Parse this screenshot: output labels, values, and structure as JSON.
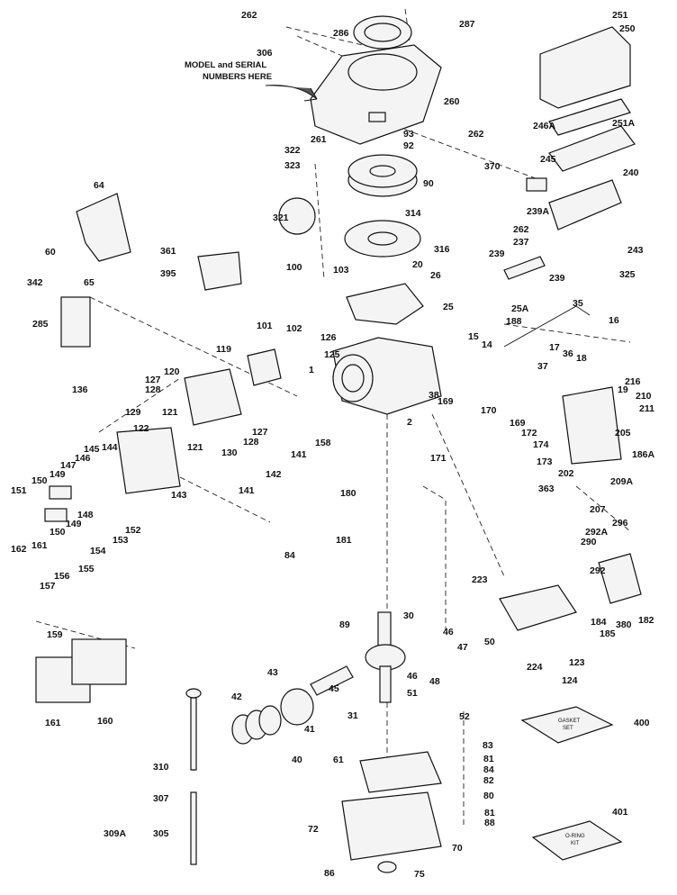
{
  "diagram": {
    "note_line1": "MODEL and SERIAL",
    "note_line2": "NUMBERS HERE",
    "kits": {
      "gasket_1": "GASKET",
      "gasket_2": "SET",
      "oring_1": "O-RING",
      "oring_2": "KIT"
    },
    "labels": {
      "l262a": "262",
      "l306": "306",
      "l286": "286",
      "l287": "287",
      "l251": "251",
      "l250": "250",
      "l260": "260",
      "l261": "261",
      "l93": "93",
      "l92": "92",
      "l262b": "262",
      "l246A": "246A",
      "l251A": "251A",
      "l322": "322",
      "l323": "323",
      "l90": "90",
      "l370": "370",
      "l245": "245",
      "l240": "240",
      "l239A": "239A",
      "l314": "314",
      "l321": "321",
      "l316": "316",
      "l262c": "262",
      "l237": "237",
      "l243": "243",
      "l239a": "239",
      "l239b": "239",
      "l325": "325",
      "l64": "64",
      "l60": "60",
      "l65": "65",
      "l361": "361",
      "l395": "395",
      "l100": "100",
      "l103": "103",
      "l20": "20",
      "l26": "26",
      "l342": "342",
      "l101": "101",
      "l102": "102",
      "l25": "25",
      "l25A": "25A",
      "l35": "35",
      "l188": "188",
      "l16": "16",
      "l285": "285",
      "l119": "119",
      "l126": "126",
      "l15": "15",
      "l14": "14",
      "l125": "125",
      "l17": "17",
      "l36": "36",
      "l18": "18",
      "l37": "37",
      "l1": "1",
      "l38": "38",
      "l120": "120",
      "l127a": "127",
      "l128a": "128",
      "l136": "136",
      "l129": "129",
      "l121a": "121",
      "l169a": "169",
      "l216": "216",
      "l19": "19",
      "l210": "210",
      "l211": "211",
      "l122": "122",
      "l2": "2",
      "l170": "170",
      "l169b": "169",
      "l172": "172",
      "l127b": "127",
      "l128b": "128",
      "l121b": "121",
      "l130": "130",
      "l158": "158",
      "l205": "205",
      "l186A": "186A",
      "l174": "174",
      "l145": "145",
      "l144": "144",
      "l146": "146",
      "l147": "147",
      "l171": "171",
      "l173": "173",
      "l150a": "150",
      "l149a": "149",
      "l141a": "141",
      "l142": "142",
      "l202": "202",
      "l209A": "209A",
      "l151": "151",
      "l143": "143",
      "l141b": "141",
      "l363": "363",
      "l180": "180",
      "l207": "207",
      "l149b": "149",
      "l148": "148",
      "l150b": "150",
      "l152": "152",
      "l153": "153",
      "l296": "296",
      "l292A": "292A",
      "l290": "290",
      "l162a": "162",
      "l161a": "161",
      "l154": "154",
      "l181": "181",
      "l84": "84",
      "l156": "156",
      "l155": "155",
      "l157": "157",
      "l292": "292",
      "l223": "223",
      "l182": "182",
      "l184": "184",
      "l185": "185",
      "l380": "380",
      "l89": "89",
      "l30": "30",
      "l159": "159",
      "l46a": "46",
      "l47": "47",
      "l50": "50",
      "l123": "123",
      "l43": "43",
      "l46b": "46",
      "l48": "48",
      "l224": "224",
      "l124": "124",
      "l42": "42",
      "l45": "45",
      "l51": "51",
      "l41": "41",
      "l161b": "161",
      "l160": "160",
      "l31": "31",
      "l52": "52",
      "l400": "400",
      "l40": "40",
      "l83": "83",
      "l310": "310",
      "l61": "61",
      "l81a": "81",
      "l84b": "84",
      "l82": "82",
      "l307": "307",
      "l80": "80",
      "l309A": "309A",
      "l305": "305",
      "l72": "72",
      "l81b": "81",
      "l88": "88",
      "l401": "401",
      "l70": "70",
      "l86": "86",
      "l75": "75"
    }
  }
}
